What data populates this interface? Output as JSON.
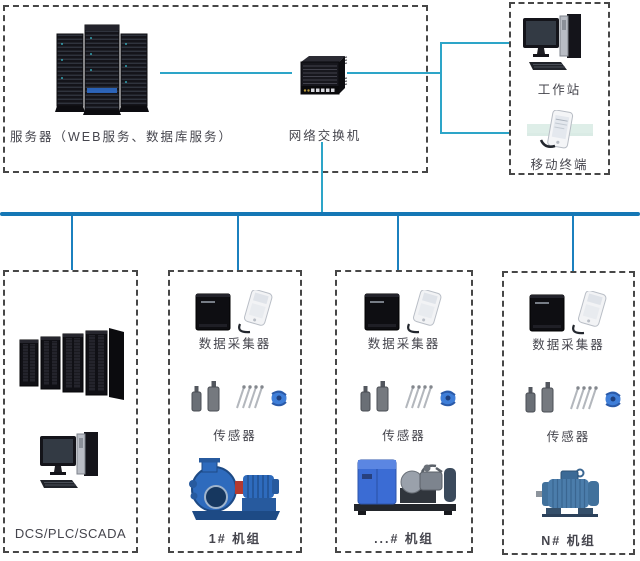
{
  "colors": {
    "line": "#2da5c8",
    "bus": "#1577b5",
    "border": "#474747",
    "text": "#45454d"
  },
  "top": {
    "server_area": {
      "label": "服务器（WEB服务、数据库服务）"
    },
    "switch": {
      "label": "网络交换机"
    },
    "clients": {
      "workstation_label": "工作站",
      "mobile_label": "移动终端"
    }
  },
  "groups": [
    {
      "label": "DCS/PLC/SCADA"
    },
    {
      "collector_label": "数据采集器",
      "sensor_label": "传感器",
      "machine_label": "1# 机组"
    },
    {
      "collector_label": "数据采集器",
      "sensor_label": "传感器",
      "machine_label": "...# 机组"
    },
    {
      "collector_label": "数据采集器",
      "sensor_label": "传感器",
      "machine_label": "N# 机组"
    }
  ]
}
